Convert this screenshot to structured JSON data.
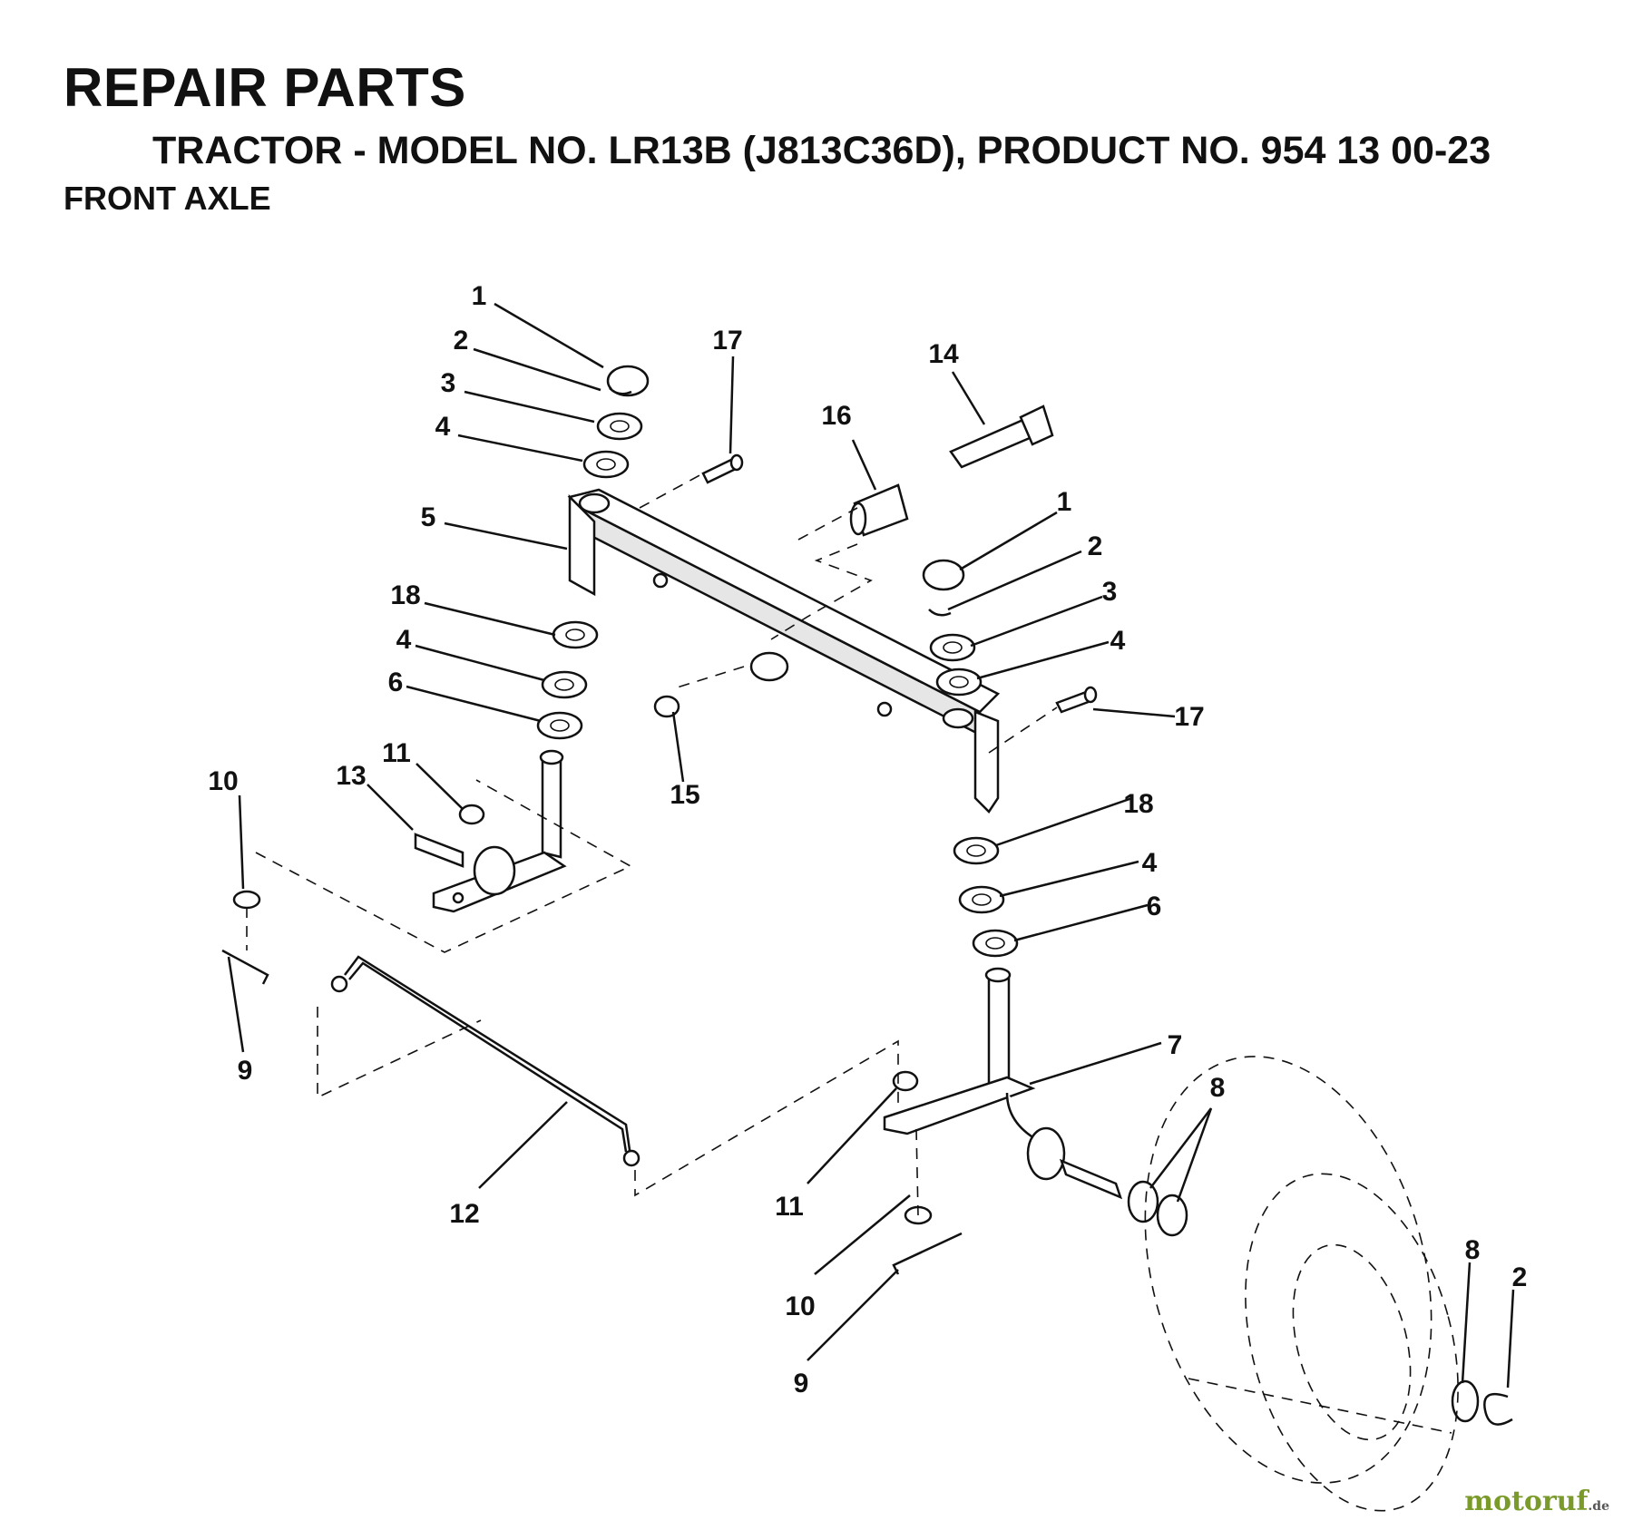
{
  "header": {
    "title": "REPAIR PARTS",
    "model_line": "TRACTOR - MODEL NO. LR13B (J813C36D), PRODUCT NO. 954 13 00-23",
    "section": "FRONT AXLE"
  },
  "callouts": {
    "c1a": "1",
    "c2a": "2",
    "c3a": "3",
    "c4a": "4",
    "c5": "5",
    "c17a": "17",
    "c16": "16",
    "c14": "14",
    "c1b": "1",
    "c2b": "2",
    "c3b": "3",
    "c4b": "4",
    "c18a": "18",
    "c4c": "4",
    "c6a": "6",
    "c17b": "17",
    "c15": "15",
    "c10a": "10",
    "c13": "13",
    "c11a": "11",
    "c18b": "18",
    "c4d": "4",
    "c6b": "6",
    "c9a": "9",
    "c7": "7",
    "c8a": "8",
    "c12": "12",
    "c11b": "11",
    "c10b": "10",
    "c9b": "9",
    "c8b": "8",
    "c2c": "2"
  },
  "watermark": {
    "brand": "motoruf",
    "tld": ".de"
  }
}
